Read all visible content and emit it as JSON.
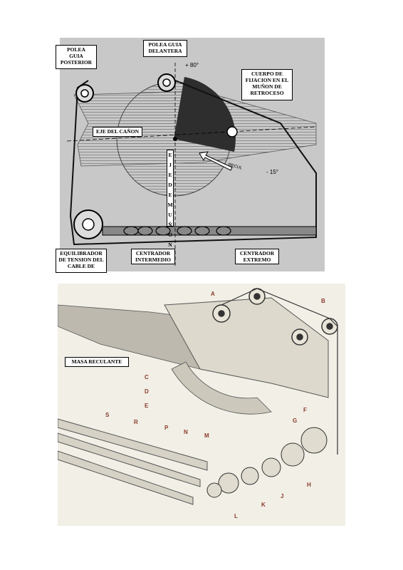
{
  "top_diagram": {
    "labels": {
      "polea_posterior": "POLEA\nGUIA\nPOSTERIOR",
      "polea_delantera": "POLEA GUIA\nDELANTERA",
      "cuerpo_fijacion": "CUERPO DE\nFIJACION EN EL\nMUÑON DE\nRETROCESO",
      "eje_canon": "EJE DEL CAÑON",
      "eje_munon": "EJE DE MUÑON",
      "equilibrador": "EQUILIBRADOR\nDE TENSION DEL\nCABLE DE",
      "centrador_intermedio": "CENTRADOR\nINTERMEDIO",
      "centrador_extremo": "CENTRADOR\nEXTREMO",
      "angle_up": "+ 80°",
      "angle_down": "- 15°",
      "recul": "RECUL"
    }
  },
  "bottom_diagram": {
    "masa_label": "MASA RECULANTE",
    "letters": [
      "A",
      "B",
      "C",
      "D",
      "E",
      "F",
      "G",
      "H",
      "J",
      "K",
      "L",
      "M",
      "N",
      "P",
      "R",
      "S"
    ]
  },
  "colors": {
    "top_background": "#c8c8c8",
    "bottom_background": "#f1efe6",
    "letter_color": "#8a3b2b"
  }
}
